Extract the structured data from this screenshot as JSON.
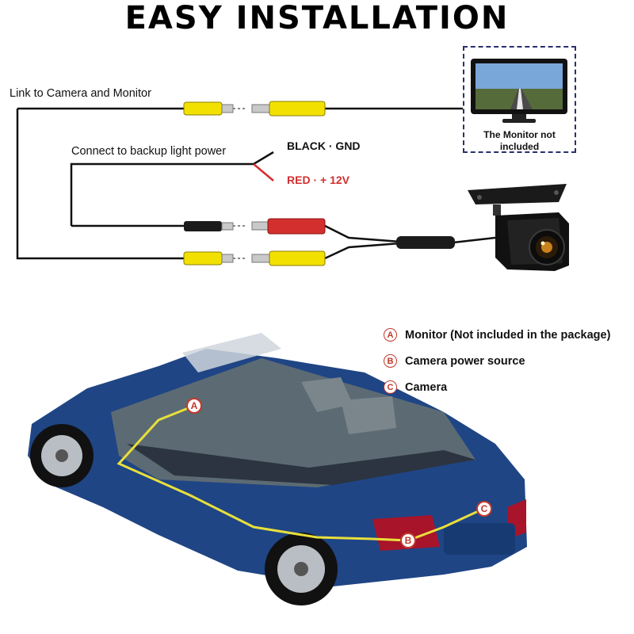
{
  "title": "EASY INSTALLATION",
  "labels": {
    "link": "Link to Camera and Monitor",
    "power": "Connect to backup light power",
    "black": "BLACK · GND",
    "red": "RED · + 12V"
  },
  "monitor": {
    "caption_line1": "The Monitor not",
    "caption_line2": "included"
  },
  "legend": [
    {
      "badge": "A",
      "text": "Monitor (Not included in the package)"
    },
    {
      "badge": "B",
      "text": "Camera power source"
    },
    {
      "badge": "C",
      "text": "Camera"
    }
  ],
  "car_badges": {
    "a": "A",
    "b": "B",
    "c": "C"
  },
  "colors": {
    "red_wire": "#d32f2f",
    "yellow_plug": "#f2e100",
    "car_blue": "#1e3f7a",
    "badge_red": "#c0392b"
  }
}
